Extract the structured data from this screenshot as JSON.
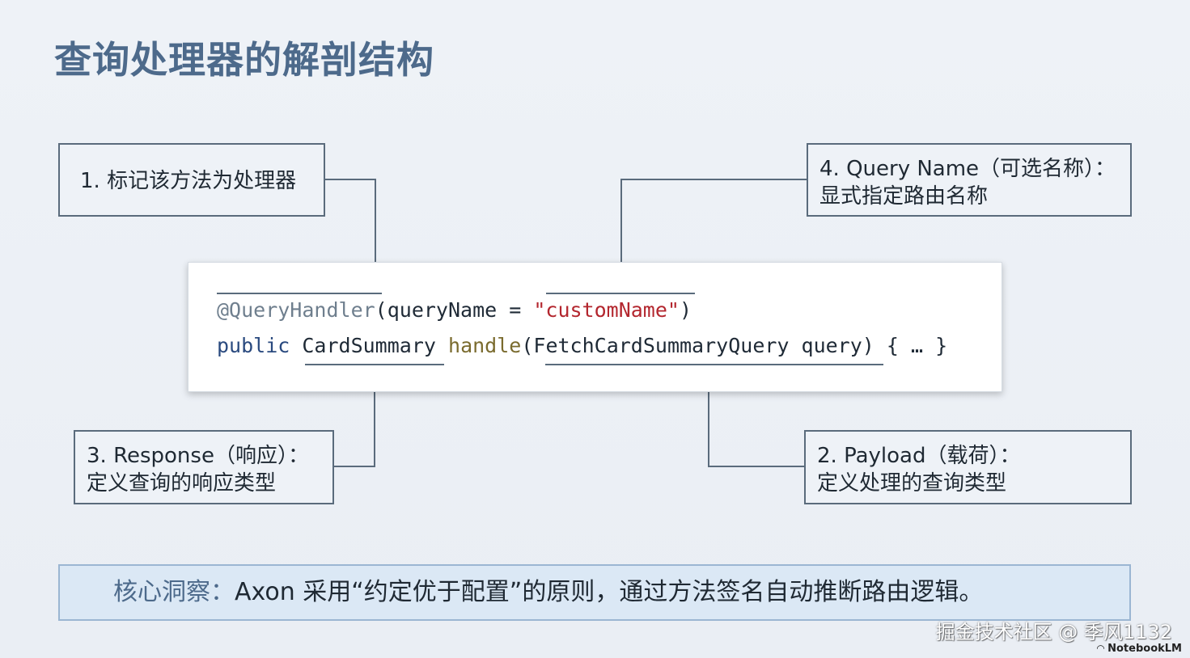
{
  "title": "查询处理器的解剖结构",
  "callouts": {
    "c1": {
      "line1": "1. 标记该方法为处理器"
    },
    "c2": {
      "line1": "2. Payload（载荷）：",
      "line2": "定义处理的查询类型"
    },
    "c3": {
      "line1": "3. Response（响应）：",
      "line2": "定义查询的响应类型"
    },
    "c4": {
      "line1": "4. Query Name（可选名称）：",
      "line2": "显式指定路由名称"
    }
  },
  "code": {
    "line1": {
      "annotation": "@QueryHandler",
      "param_open": "(queryName = ",
      "string": "\"customName\"",
      "close": ")"
    },
    "line2": {
      "keyword": "public",
      "space1": " ",
      "return_type": "CardSummary",
      "space2": " ",
      "method": "handle",
      "open_paren": "(",
      "param_type": "FetchCardSummaryQuery",
      "param_rest": " query) { … }"
    }
  },
  "insight": {
    "label": "核心洞察：",
    "text": "Axon 采用“约定优于配置”的原则，通过方法签名自动推断路由逻辑。"
  },
  "watermark": "掘金技术社区 @ 季风1132",
  "brand": {
    "icon": "notebooklm-logo-icon",
    "name": "NotebookLM"
  },
  "colors": {
    "title": "#4d6a8b",
    "string": "#b3262e",
    "keyword": "#2a4a7f",
    "method": "#7a6b2e",
    "annotation": "#6f7f8e",
    "insight_bg": "#dbe8f5"
  }
}
